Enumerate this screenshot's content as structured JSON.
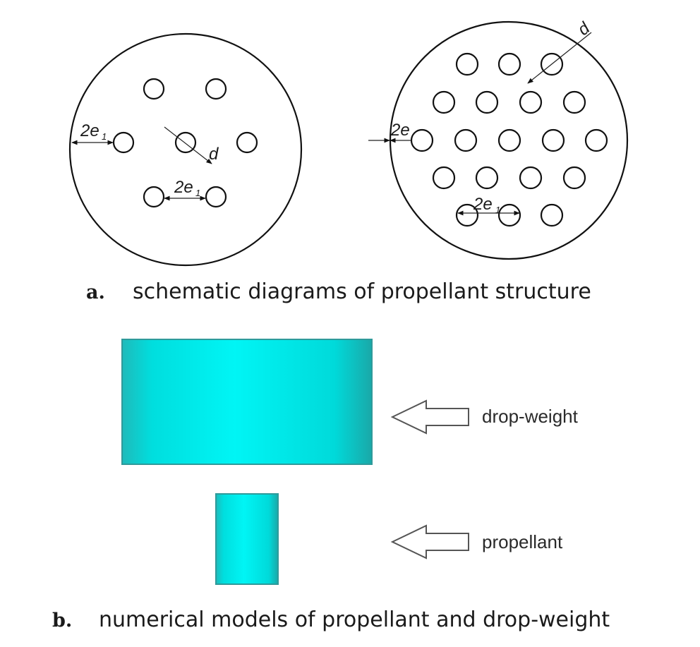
{
  "part_a": {
    "left": {
      "labels": {
        "wall_main": "2e",
        "wall_sub": "1",
        "diameter": "d",
        "gap_main": "2e",
        "gap_sub": "1"
      }
    },
    "right": {
      "labels": {
        "wall_main": "2e",
        "wall_sub": "",
        "diameter": "d",
        "gap_main": "2e",
        "gap_sub": "1"
      }
    },
    "caption": {
      "letter": "a.",
      "text": "schematic diagrams of propellant structure"
    }
  },
  "part_b": {
    "colors": {
      "body": "#00e6e6",
      "edge": "#33a5a5"
    },
    "labels": {
      "drop_weight": "drop-weight",
      "propellant": "propellant"
    },
    "caption": {
      "letter": "b.",
      "text": "numerical models of propellant and drop-weight"
    }
  }
}
